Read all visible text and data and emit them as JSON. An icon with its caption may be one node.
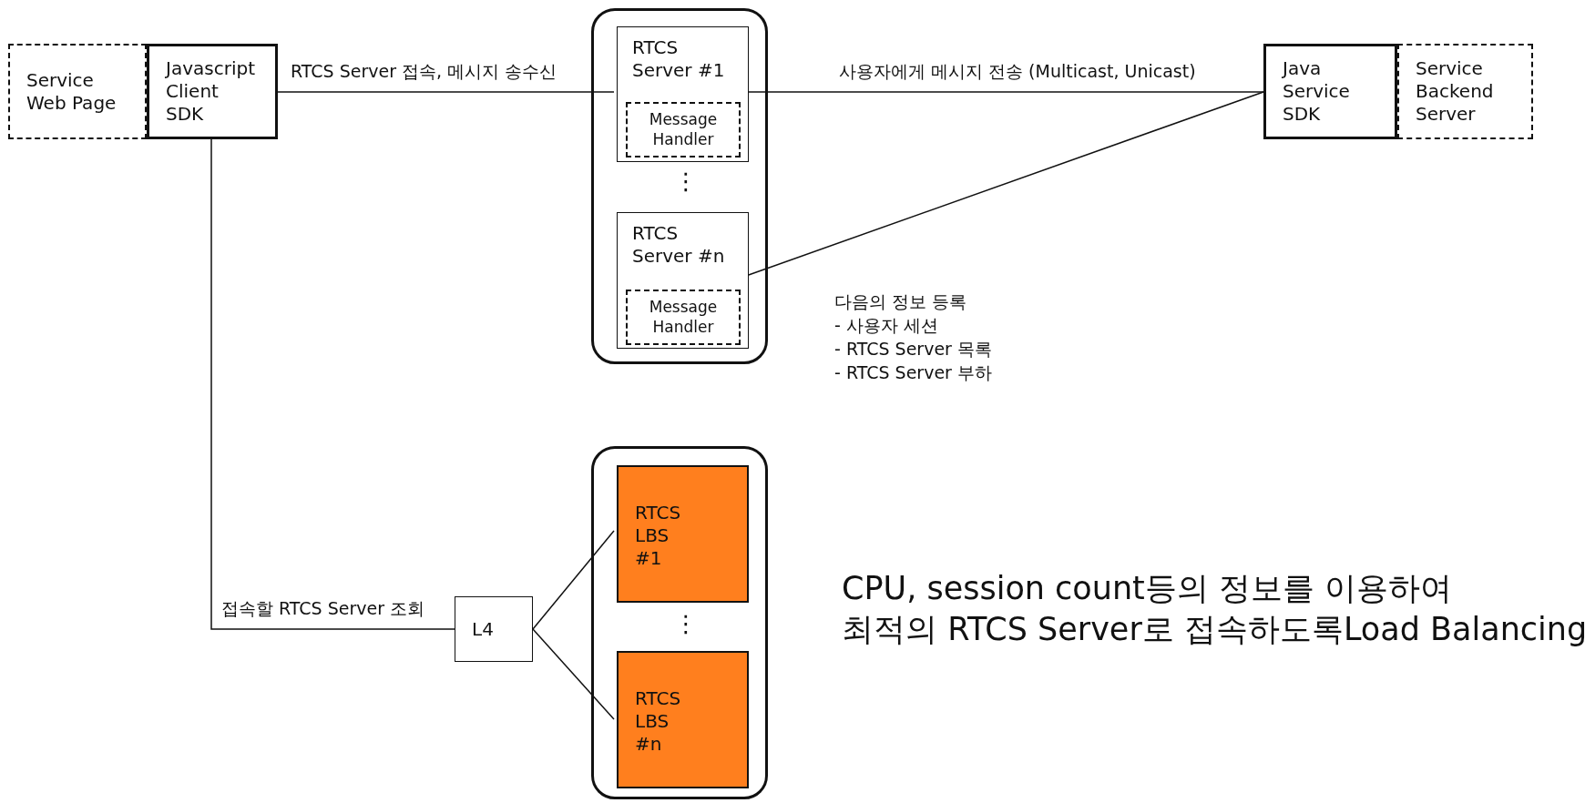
{
  "diagram": {
    "nodes": [
      {
        "text": [
          "Service Web Page"
        ]
      },
      {
        "text": [
          "Javascript Client SDK"
        ]
      },
      {
        "text": [],
        "shape": "box"
      },
      {
        "text": [
          "RTCS Server #1"
        ],
        "in": 2
      },
      {
        "text": [
          "Message Handler"
        ],
        "in": 3
      },
      {
        "text": [
          "RTCS Server #n"
        ],
        "in": 2
      },
      {
        "text": [
          "Message Handler"
        ],
        "in": 5
      },
      {
        "text": [
          "Java Service SDK"
        ]
      },
      {
        "text": [
          "Service Backend Server"
        ]
      },
      {
        "text": [
          "L4"
        ]
      },
      {
        "text": [],
        "shape": "box"
      },
      {
        "text": [
          "RTCS LBS #1"
        ],
        "in": 10
      },
      {
        "text": [
          "RTCS LBS #n"
        ],
        "in": 10
      }
    ],
    "edges": [
      {
        "from": 1,
        "to": 3,
        "arrow": "none",
        "label": "RTCS Server 접속, 메시지 송수신"
      },
      {
        "from": 3,
        "to": 7,
        "arrow": "none",
        "label": "사용자에게 메시지 전송 (Multicast, Unicast)"
      },
      {
        "from": 5,
        "to": 7,
        "arrow": "none"
      },
      {
        "from": 1,
        "to": 9,
        "arrow": "none",
        "label": "접속할 RTCS Server 조회"
      },
      {
        "from": 9,
        "to": 11,
        "arrow": "none"
      },
      {
        "from": 9,
        "to": 12,
        "arrow": "none"
      }
    ],
    "labels": [
      "⋮",
      "다음의 정보 등록",
      "- 사용자 세션",
      "- RTCS Server 목록",
      "- RTCS Server 부하",
      "⋮",
      "CPU, session count등의 정보를 이용하여",
      "최적의 RTCS Server로 접속하도록Load Balancing"
    ]
  }
}
